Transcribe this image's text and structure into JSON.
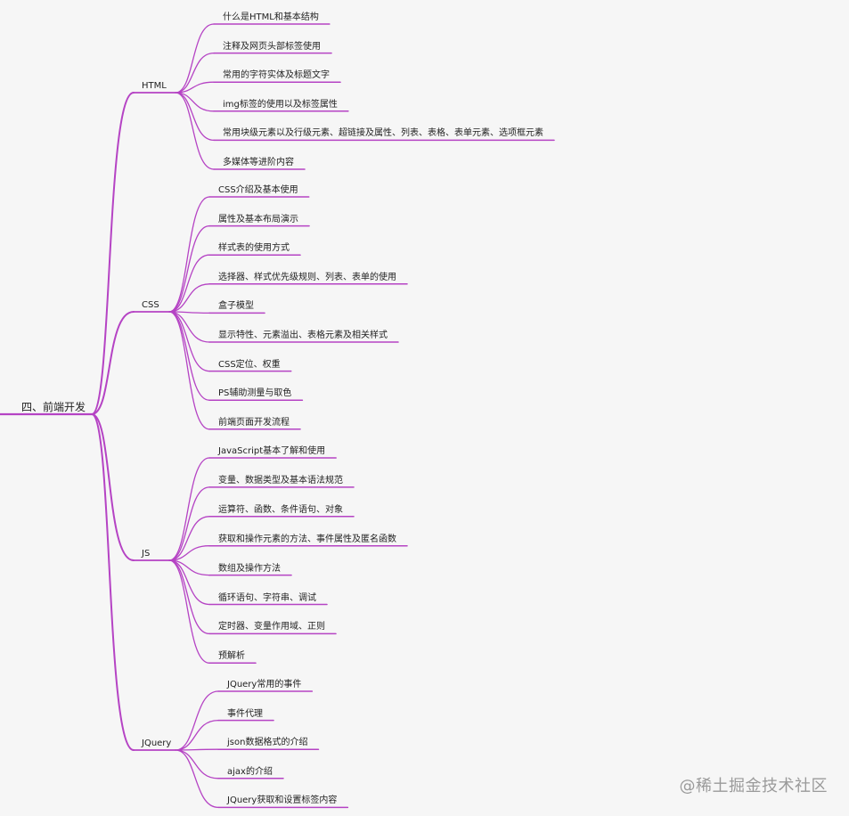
{
  "mindmap": {
    "root": "四、前端开发",
    "line_color": "#b543c4",
    "branches": [
      {
        "label": "HTML",
        "children": [
          "什么是HTML和基本结构",
          "注释及网页头部标签使用",
          "常用的字符实体及标题文字",
          "img标签的使用以及标签属性",
          "常用块级元素以及行级元素、超链接及属性、列表、表格、表单元素、选项框元素",
          "多媒体等进阶内容"
        ]
      },
      {
        "label": "CSS",
        "children": [
          "CSS介绍及基本使用",
          "属性及基本布局演示",
          "样式表的使用方式",
          "选择器、样式优先级规则、列表、表单的使用",
          "盒子模型",
          "显示特性、元素溢出、表格元素及相关样式",
          "CSS定位、权重",
          "PS辅助测量与取色",
          "前端页面开发流程"
        ]
      },
      {
        "label": "JS",
        "children": [
          "JavaScript基本了解和使用",
          "变量、数据类型及基本语法规范",
          "运算符、函数、条件语句、对象",
          "获取和操作元素的方法、事件属性及匿名函数",
          "数组及操作方法",
          "循环语句、字符串、调试",
          "定时器、变量作用域、正则",
          "预解析"
        ]
      },
      {
        "label": "JQuery",
        "children": [
          "JQuery常用的事件",
          "事件代理",
          "json数据格式的介绍",
          "ajax的介绍",
          "JQuery获取和设置标签内容"
        ]
      }
    ]
  },
  "watermark": "@稀土掘金技术社区"
}
